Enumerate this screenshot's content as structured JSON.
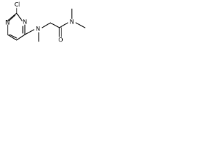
{
  "molecule": {
    "atoms": {
      "cl": "Cl",
      "n_ring_top": "N",
      "n_ring_bottom": "N",
      "n_amine": "N",
      "n_amide": "N",
      "o_carbonyl": "O"
    }
  }
}
